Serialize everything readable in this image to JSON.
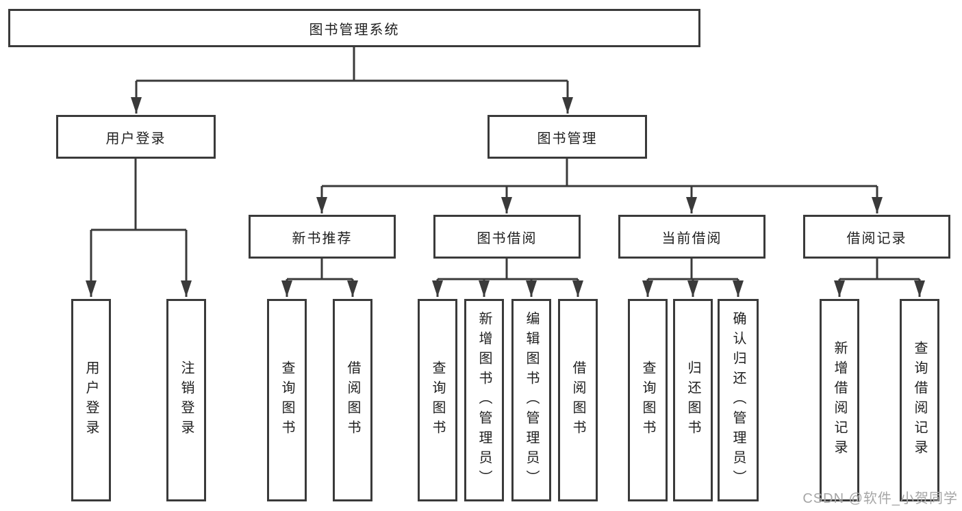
{
  "tree": {
    "root": "图书管理系统",
    "branches": [
      {
        "label": "用户登录",
        "leaves": [
          "用户登录",
          "注销登录"
        ]
      },
      {
        "label": "图书管理",
        "children": [
          {
            "label": "新书推荐",
            "leaves": [
              "查询图书",
              "借阅图书"
            ]
          },
          {
            "label": "图书借阅",
            "leaves": [
              "查询图书",
              "新增图书（管理员）",
              "编辑图书（管理员）",
              "借阅图书"
            ]
          },
          {
            "label": "当前借阅",
            "leaves": [
              "查询图书",
              "归还图书",
              "确认归还（管理员）"
            ]
          },
          {
            "label": "借阅记录",
            "leaves": [
              "新增借阅记录",
              "查询借阅记录"
            ]
          }
        ]
      }
    ]
  },
  "watermark": {
    "text": "CSDN @软件_小贺同学"
  },
  "colors": {
    "line": "#3a3a3a",
    "text": "#1f1f1f",
    "watermark": "#a6a6a6",
    "background": "#ffffff"
  }
}
